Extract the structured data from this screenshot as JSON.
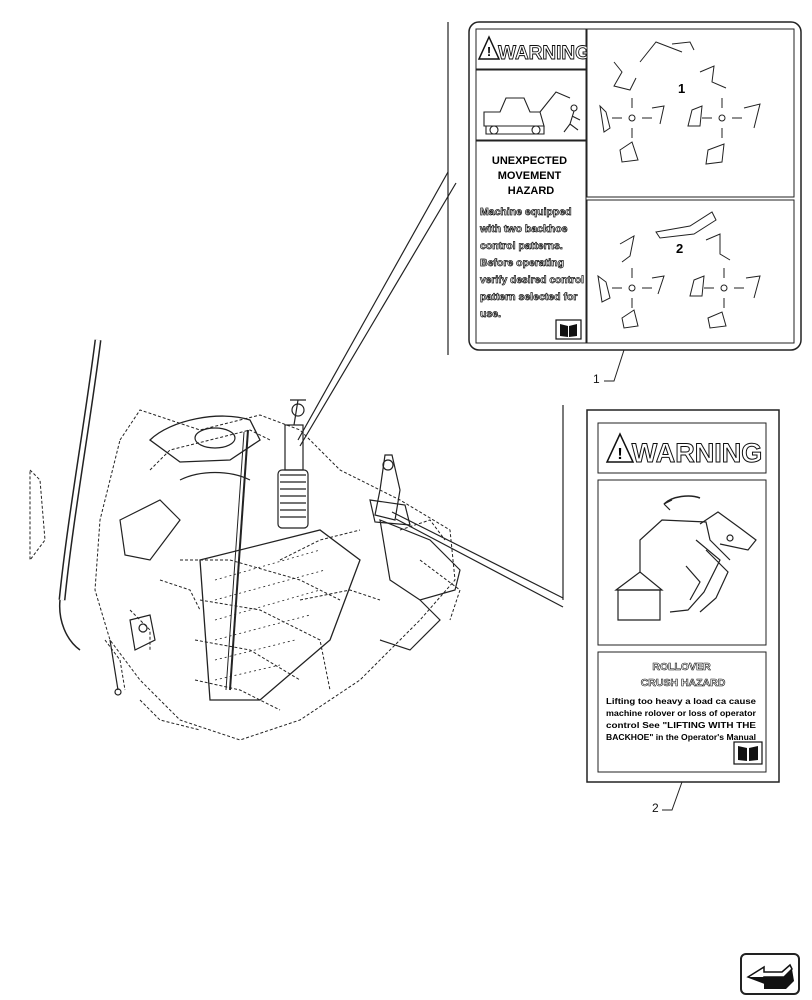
{
  "decal_1": {
    "callout_number": "1",
    "header": "WARNING",
    "hazard_title": [
      "UNEXPECTED",
      "MOVEMENT",
      "HAZARD"
    ],
    "hazard_text": [
      "Machine equipped",
      "with two backhoe",
      "control patterns.",
      "Before operating",
      "verify desired control",
      "pattern selected for",
      "use."
    ],
    "pattern_1_label": "1",
    "pattern_2_label": "2"
  },
  "decal_2": {
    "callout_number": "2",
    "header": "WARNING",
    "hazard_title": [
      "ROLLOVER",
      "CRUSH HAZARD"
    ],
    "hazard_text": [
      "Lifting too heavy a load ca cause",
      "machine rolover or loss of operator",
      "control See \"LIFTING WITH THE",
      "BACKHOE\" in the Operator's Manual"
    ]
  },
  "icons": [
    "warning-triangle-icon",
    "manual-book-icon",
    "next-page-arrow-icon"
  ]
}
